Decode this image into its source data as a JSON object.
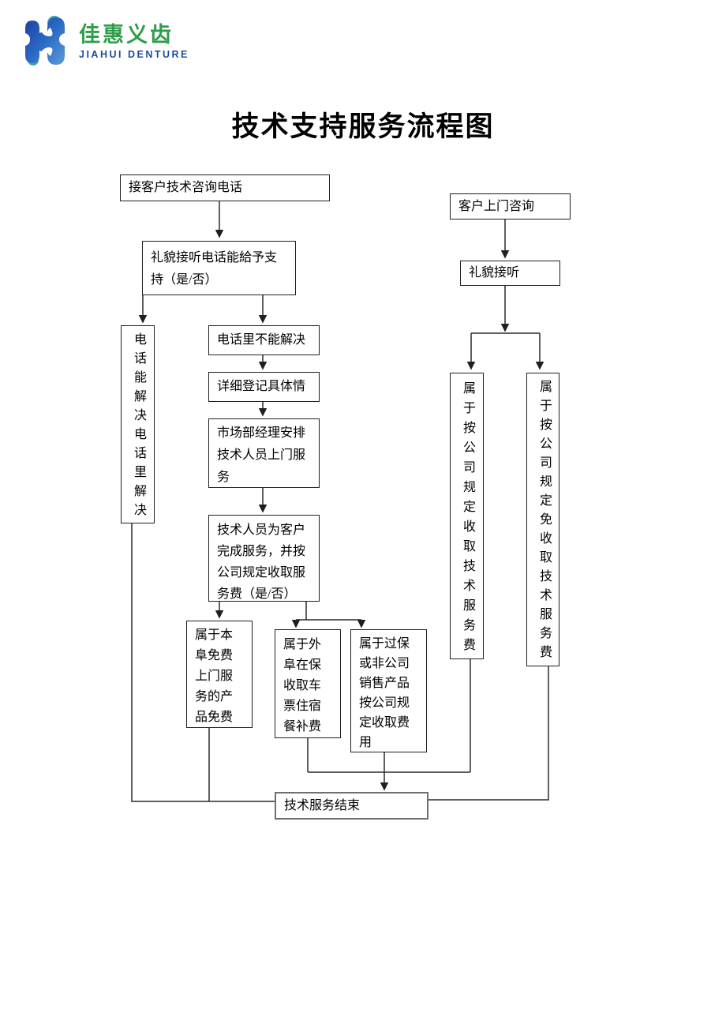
{
  "logo": {
    "brand_cn": "佳惠义齿",
    "brand_en": "JIAHUI DENTURE",
    "brand_cn_color": "#2e9e4a",
    "brand_en_color": "#1b4c9e",
    "icon": "jiahui-tooth-h-logo",
    "icon_primary_color": "#2a5cb8",
    "icon_accent_color": "#3fa3ad"
  },
  "title": "技术支持服务流程图",
  "flowchart": {
    "nodes": {
      "receive_call": "接客户技术咨询电话",
      "polite_answer_support": "礼貌接听电话能給予支\n持（是/否）",
      "phone_solved": "电话能解决电话里解决",
      "phone_not_solved": "电话里不能解决",
      "register_details": "详细登记具体情",
      "manager_arrange": "市场部经理安排\n技术人员上门服\n务",
      "tech_complete": "技术人员为客户\n完成服务，并按\n公司规定收取服\n务费（是/否）",
      "local_free": "属于本\n阜免费\n上门服\n务的产\n品免费",
      "out_of_town_fee": "属于外\n阜在保\n收取车\n票住宿\n餐补费",
      "over_warranty_fee": "属于过保\n或非公司\n销售产品\n按公司规\n定收取费\n用",
      "visit_consult": "客户上门咨询",
      "polite_answer": "礼貌接听",
      "charge_service_fee": "属于按公司规定收取技术服务费",
      "waive_service_fee": "属于按公司规定免收取技术服务费",
      "service_end": "技术服务结束"
    }
  }
}
